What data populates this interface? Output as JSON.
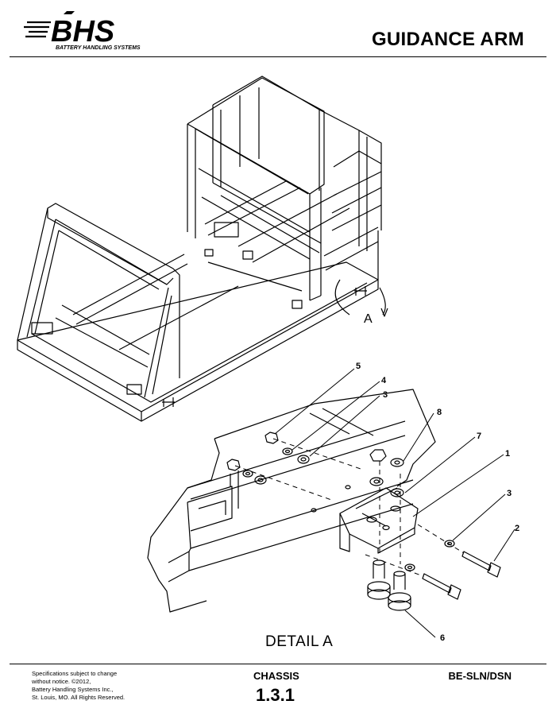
{
  "header": {
    "logo_text": "BHS",
    "logo_tagline": "BATTERY HANDLING SYSTEMS",
    "title": "GUIDANCE ARM"
  },
  "drawing": {
    "view_label": "A",
    "detail_caption": "DETAIL  A",
    "callouts": [
      "5",
      "4",
      "3",
      "8",
      "7",
      "1",
      "3",
      "2",
      "6"
    ]
  },
  "footer": {
    "disclaimer": [
      "Specifications subject to change",
      "without notice. ©2012,",
      "Battery Handling Systems Inc.,",
      "St. Louis, MO. All Rights Reserved."
    ],
    "section_name": "CHASSIS",
    "section_number": "1.3.1",
    "model": "BE-SLN/DSN"
  },
  "colors": {
    "ink": "#000000",
    "paper": "#ffffff"
  }
}
